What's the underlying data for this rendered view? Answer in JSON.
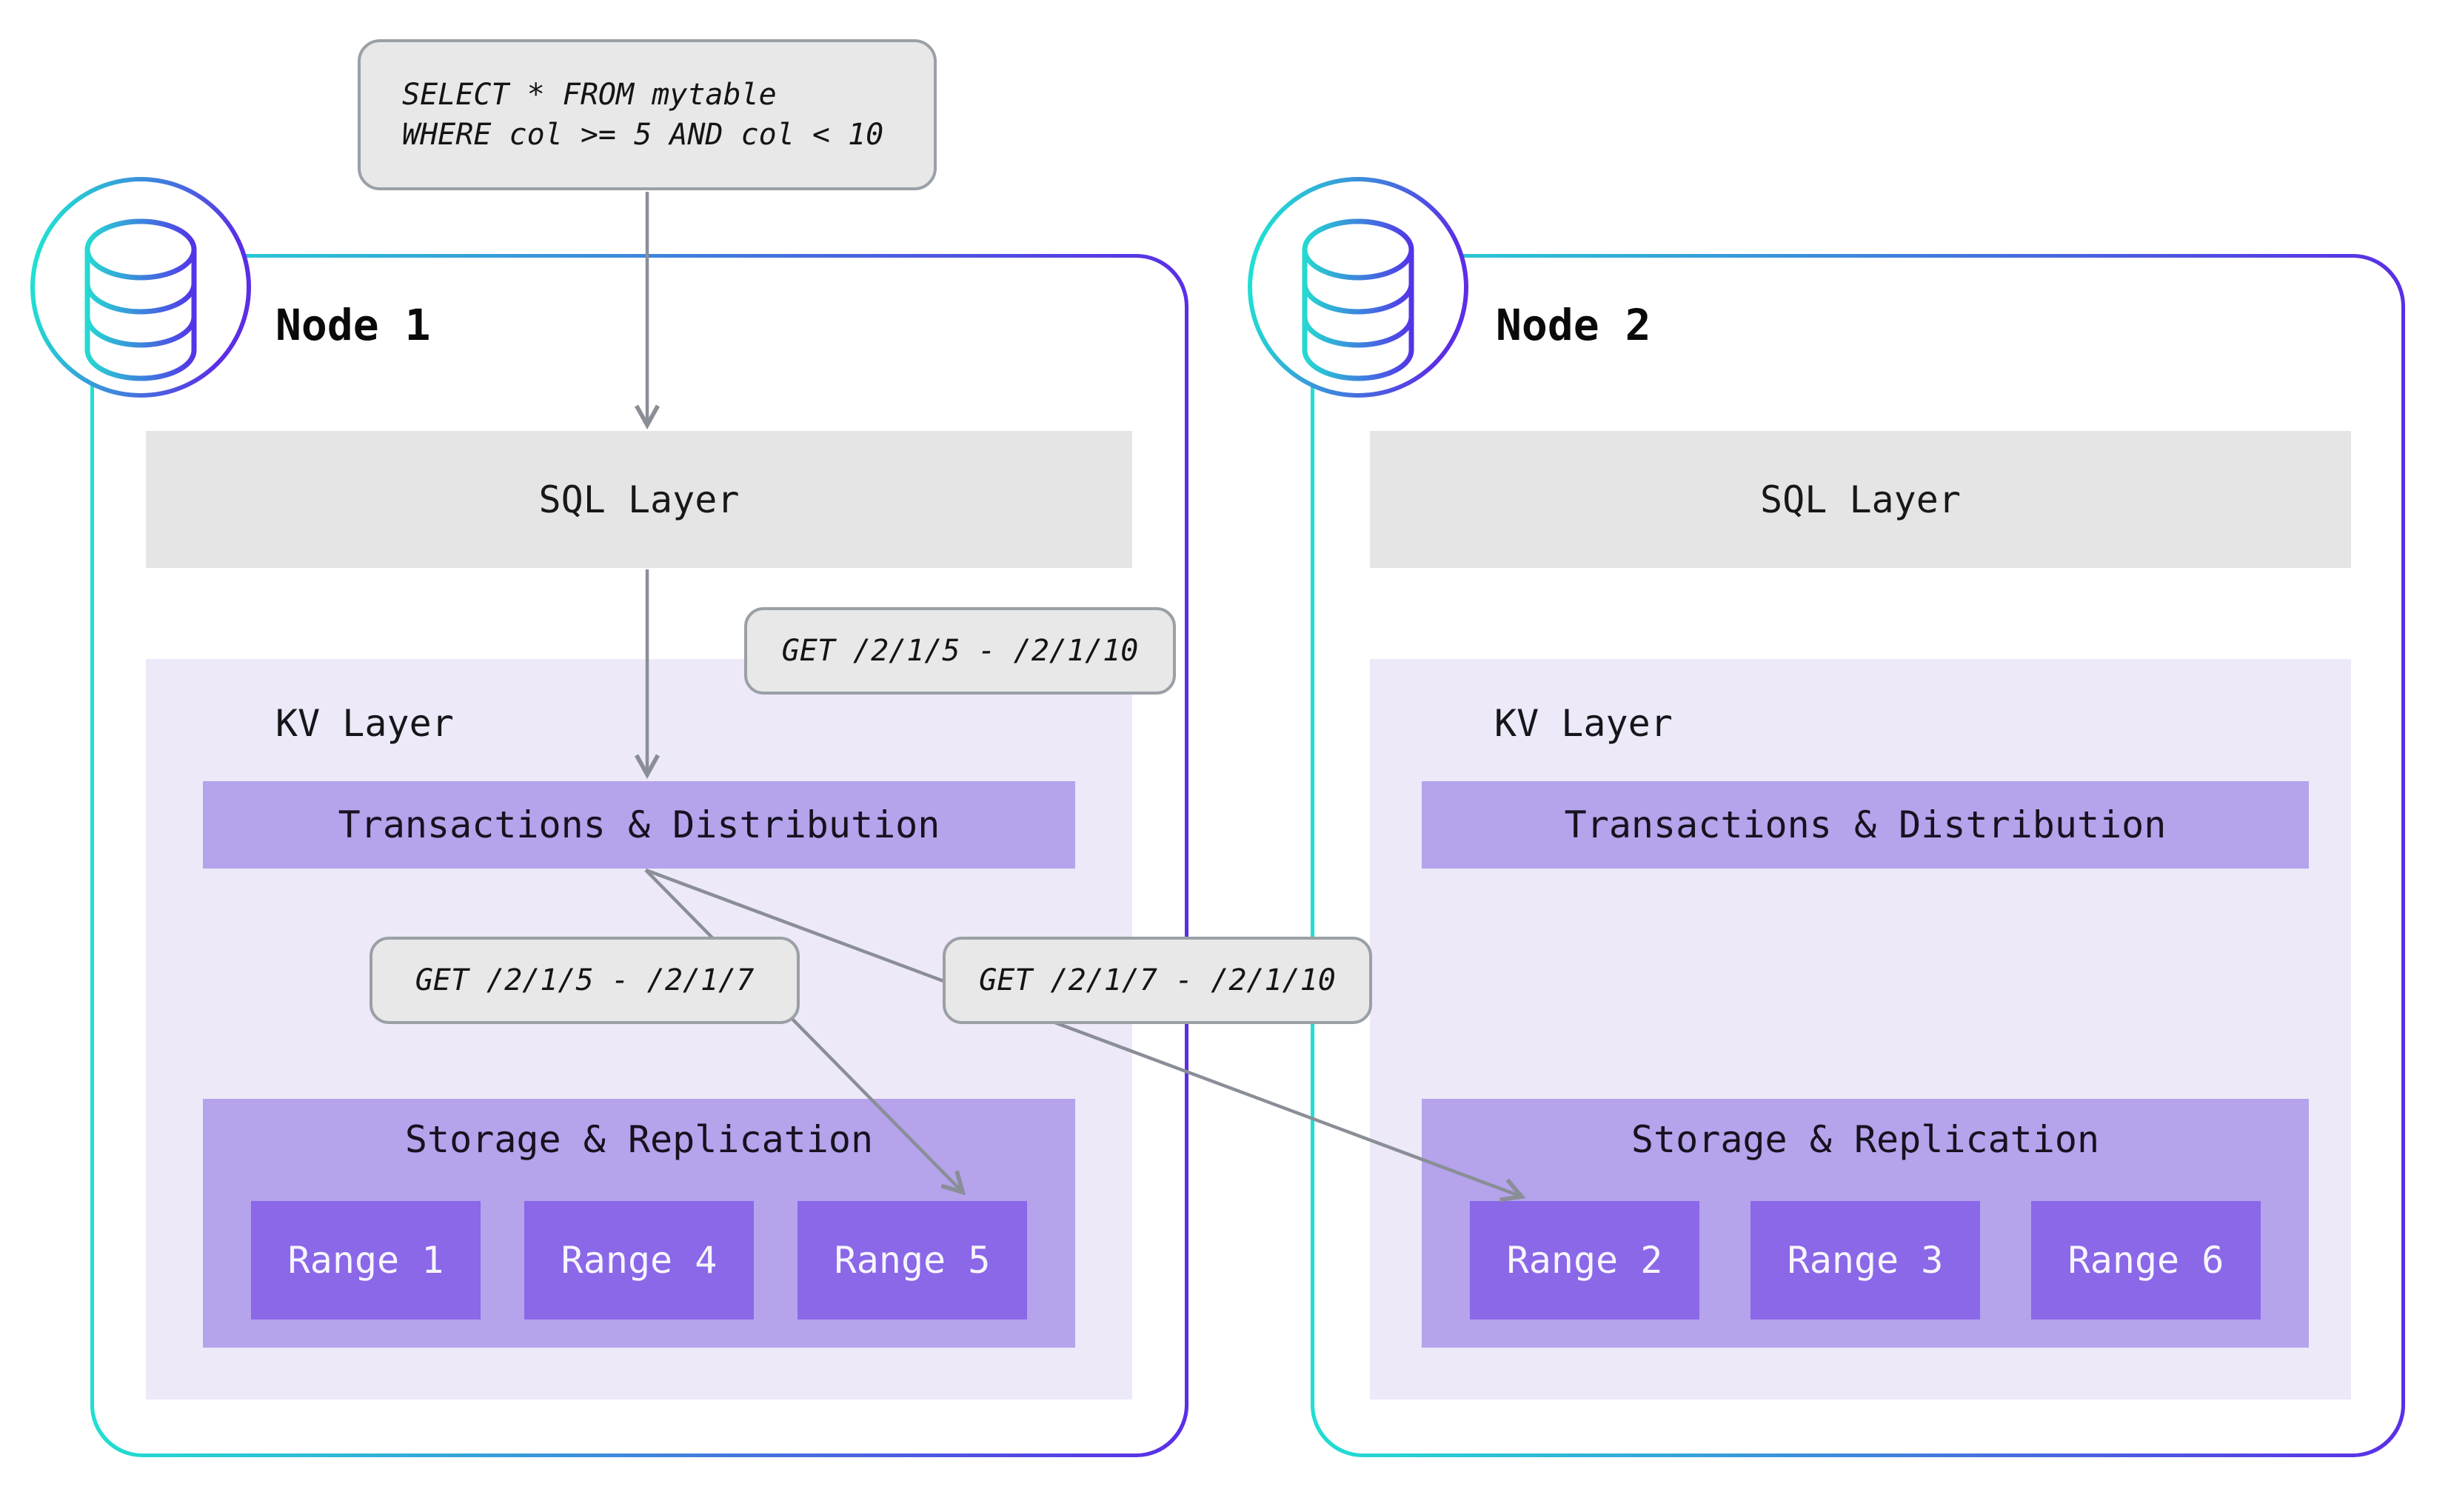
{
  "colors": {
    "accent-teal": "#21dfd2",
    "accent-purple": "#5b2ee6",
    "panel-gray": "#e4e5e4",
    "kv-bg": "#ede9f9",
    "bar-purple": "#b5a3ec",
    "range-purple": "#8a68e8",
    "arrow-gray": "#8a8e96",
    "callout-bg": "#e7e8e7",
    "callout-border": "#9aa0a6"
  },
  "query_box": {
    "line1": "SELECT * FROM mytable",
    "line2": "WHERE col >= 5 AND col < 10"
  },
  "callouts": {
    "sql_to_kv": "GET /2/1/5 - /2/1/10",
    "local_range": "GET /2/1/5 - /2/1/7",
    "remote_range": "GET /2/1/7 - /2/1/10"
  },
  "node1": {
    "title": "Node 1",
    "sql_layer": "SQL Layer",
    "kv_layer": "KV Layer",
    "transactions": "Transactions & Distribution",
    "storage": "Storage & Replication",
    "ranges": [
      "Range 1",
      "Range 4",
      "Range 5"
    ]
  },
  "node2": {
    "title": "Node 2",
    "sql_layer": "SQL Layer",
    "kv_layer": "KV Layer",
    "transactions": "Transactions & Distribution",
    "storage": "Storage & Replication",
    "ranges": [
      "Range 2",
      "Range 3",
      "Range 6"
    ]
  }
}
